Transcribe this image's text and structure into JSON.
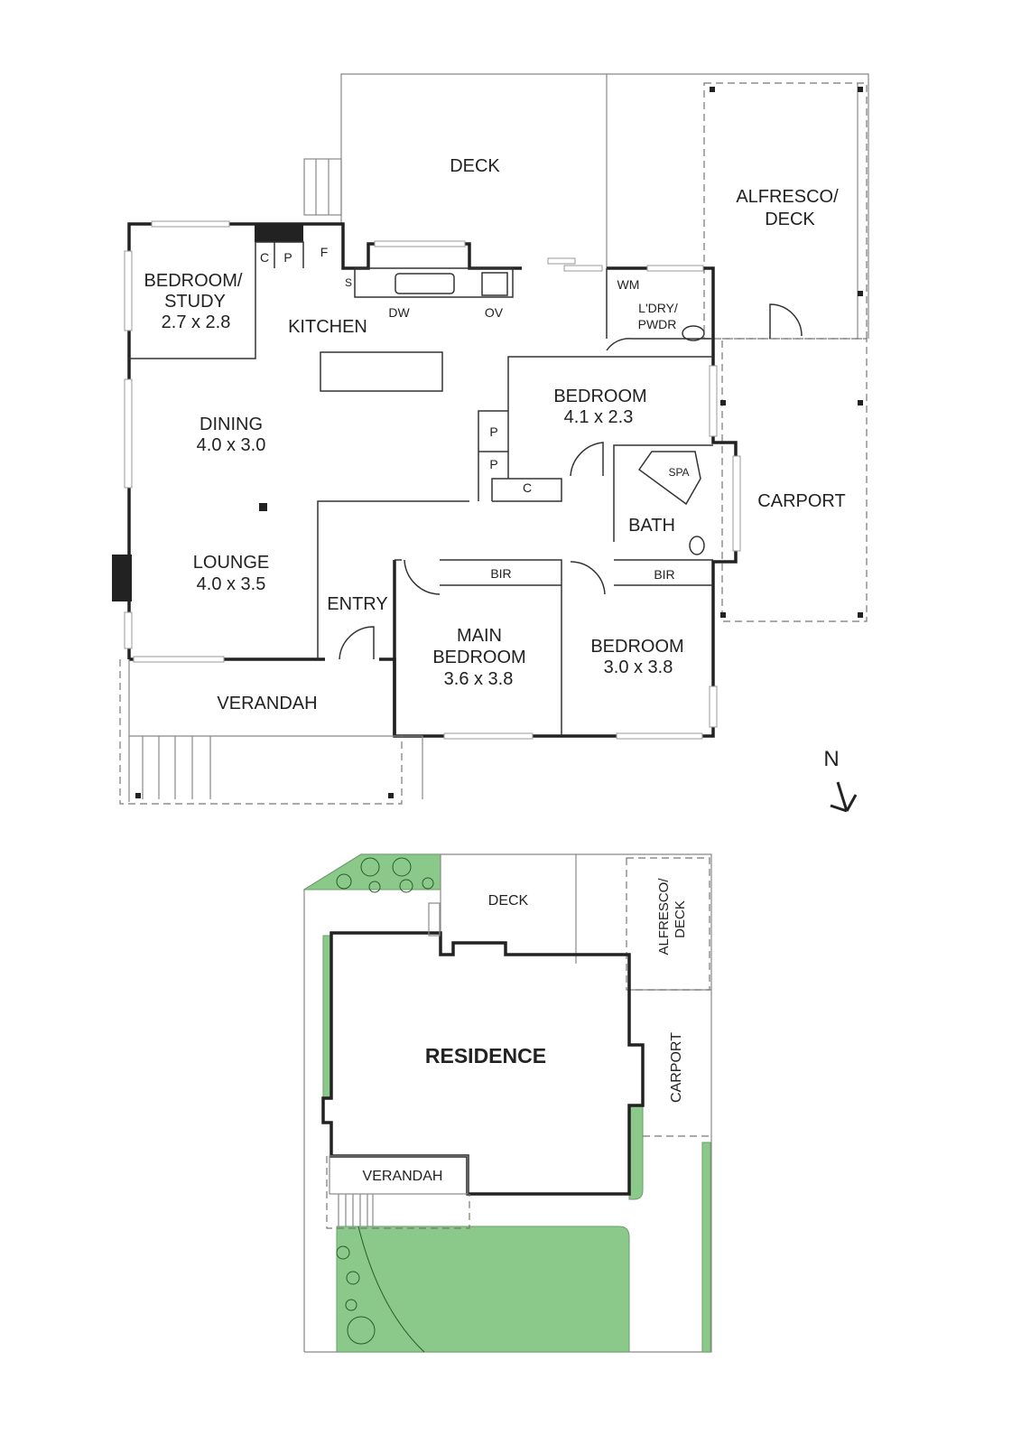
{
  "floor_plan": {
    "rooms": {
      "deck": "DECK",
      "alfresco_1": "ALFRESCO/",
      "alfresco_2": "DECK",
      "study_1": "BEDROOM/",
      "study_2": "STUDY",
      "study_dim": "2.7 x 2.8",
      "kitchen": "KITCHEN",
      "laundry_1": "L'DRY/",
      "laundry_2": "PWDR",
      "wm": "WM",
      "dw": "DW",
      "ov": "OV",
      "s": "S",
      "c1": "C",
      "p1": "P",
      "f": "F",
      "bedroom2": "BEDROOM",
      "bedroom2_dim": "4.1 x 2.3",
      "p2": "P",
      "p3": "P",
      "c2": "C",
      "spa": "SPA",
      "bath": "BATH",
      "carport": "CARPORT",
      "dining": "DINING",
      "dining_dim": "4.0 x 3.0",
      "lounge": "LOUNGE",
      "lounge_dim": "4.0 x 3.5",
      "entry": "ENTRY",
      "bir1": "BIR",
      "bir2": "BIR",
      "main_1": "MAIN",
      "main_2": "BEDROOM",
      "main_dim": "3.6 x 3.8",
      "bedroom3": "BEDROOM",
      "bedroom3_dim": "3.0 x 3.8",
      "verandah": "VERANDAH"
    },
    "north": "N"
  },
  "site_plan": {
    "deck": "DECK",
    "alfresco_1": "ALFRESCO/",
    "alfresco_2": "DECK",
    "residence": "RESIDENCE",
    "carport": "CARPORT",
    "verandah": "VERANDAH"
  },
  "colors": {
    "grass": "#8bc98a",
    "wall": "#222222"
  }
}
